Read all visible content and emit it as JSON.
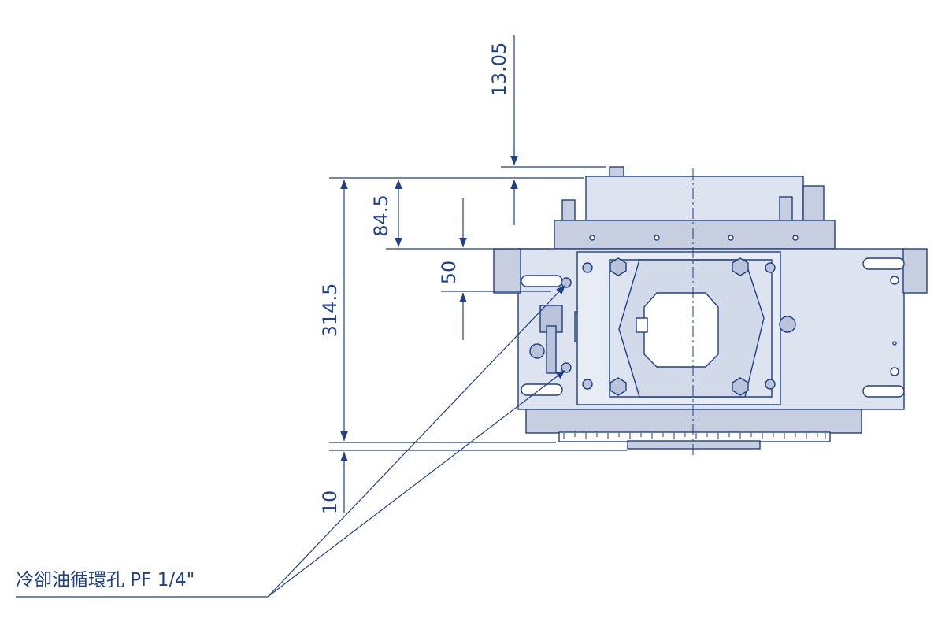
{
  "dimensions": {
    "top_offset": "13.05",
    "cap_height": "84.5",
    "port_spacing": "50",
    "total_height": "314.5",
    "base_offset": "10"
  },
  "callout": {
    "label": "冷卻油循環孔 PF 1/4\""
  },
  "colors": {
    "line": "#1f3f86",
    "body_fill": "#dde3ef",
    "body_shade": "#c6cee0",
    "hardware_fill": "#b9c3d9"
  }
}
